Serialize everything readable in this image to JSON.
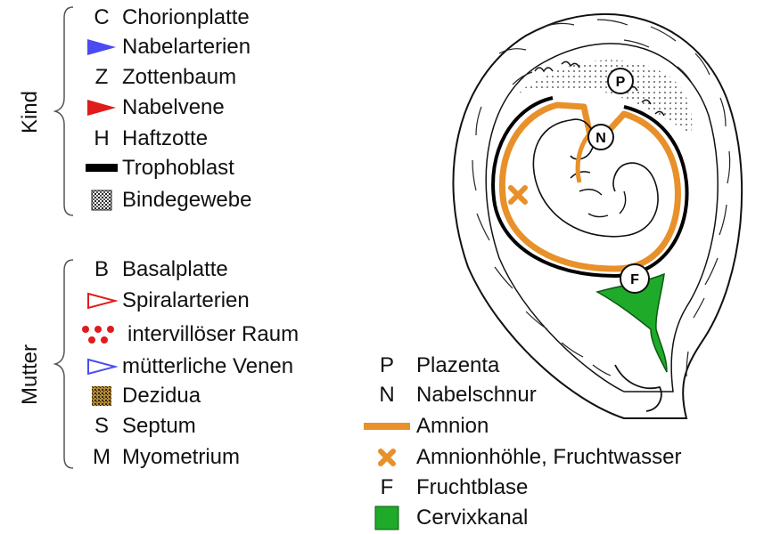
{
  "groups": {
    "kind": {
      "title": "Kind",
      "items": [
        {
          "symbol": "C",
          "label": "Chorionplatte"
        },
        {
          "symbol": "blue-triangle-icon",
          "label": "Nabelarterien"
        },
        {
          "symbol": "Z",
          "label": "Zottenbaum"
        },
        {
          "symbol": "red-triangle-icon",
          "label": "Nabelvene"
        },
        {
          "symbol": "H",
          "label": "Haftzotte"
        },
        {
          "symbol": "black-bar-icon",
          "label": "Trophoblast"
        },
        {
          "symbol": "checker-pattern-icon",
          "label": "Bindegewebe"
        }
      ]
    },
    "mutter": {
      "title": "Mutter",
      "items": [
        {
          "symbol": "B",
          "label": "Basalplatte"
        },
        {
          "symbol": "red-outline-triangle-icon",
          "label": "Spiralarterien"
        },
        {
          "symbol": "red-dots-icon",
          "label": "intervillöser Raum"
        },
        {
          "symbol": "blue-outline-triangle-icon",
          "label": "mütterliche Venen"
        },
        {
          "symbol": "brown-pattern-icon",
          "label": "Dezidua"
        },
        {
          "symbol": "S",
          "label": "Septum"
        },
        {
          "symbol": "M",
          "label": "Myometrium"
        }
      ]
    }
  },
  "right_legend": [
    {
      "symbol": "P",
      "label": "Plazenta"
    },
    {
      "symbol": "N",
      "label": "Nabelschnur"
    },
    {
      "symbol": "orange-bar-icon",
      "label": "Amnion"
    },
    {
      "symbol": "orange-cross-icon",
      "label": "Amnionhöhle, Fruchtwasser"
    },
    {
      "symbol": "F",
      "label": "Fruchtblase"
    },
    {
      "symbol": "green-square-icon",
      "label": "Cervixkanal"
    }
  ],
  "diagram_markers": {
    "placenta": "P",
    "umbilical_cord": "N",
    "fetal_membrane": "F"
  },
  "colors": {
    "blue": "#4b4bf0",
    "red": "#e01b1b",
    "orange": "#e8902a",
    "green": "#1faa2a",
    "brown": "#8a6a2a"
  }
}
